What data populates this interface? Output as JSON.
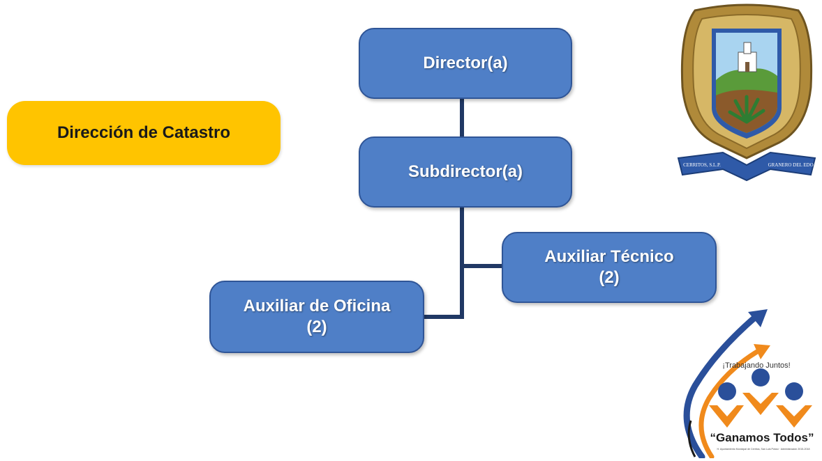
{
  "title_box": {
    "label": "Dirección de Catastro",
    "color": "#ffc400"
  },
  "org_chart": {
    "box_color": "#4f7fc7",
    "line_color": "#203864",
    "nodes": [
      {
        "id": "director",
        "lines": [
          "Director(a)"
        ]
      },
      {
        "id": "subdirector",
        "lines": [
          "Subdirector(a)"
        ]
      },
      {
        "id": "auxiliar-tecnico",
        "lines": [
          "Auxiliar Técnico",
          "(2)"
        ]
      },
      {
        "id": "auxiliar-oficina",
        "lines": [
          "Auxiliar de Oficina",
          "(2)"
        ]
      }
    ],
    "edges": [
      [
        "director",
        "subdirector"
      ],
      [
        "subdirector",
        "auxiliar-tecnico"
      ],
      [
        "subdirector",
        "auxiliar-oficina"
      ]
    ]
  },
  "emblem": {
    "ribbon_left": "CERRITOS, S.L.P.",
    "ribbon_right": "GRANERO DEL EDO."
  },
  "logo": {
    "tagline": "¡Trabajando Juntos!",
    "slogan": "“Ganamos Todos”",
    "fine_print": "H. Ayuntamiento Municipal de Cerritos, San Luis Potosí · Administración 2015-2018"
  }
}
